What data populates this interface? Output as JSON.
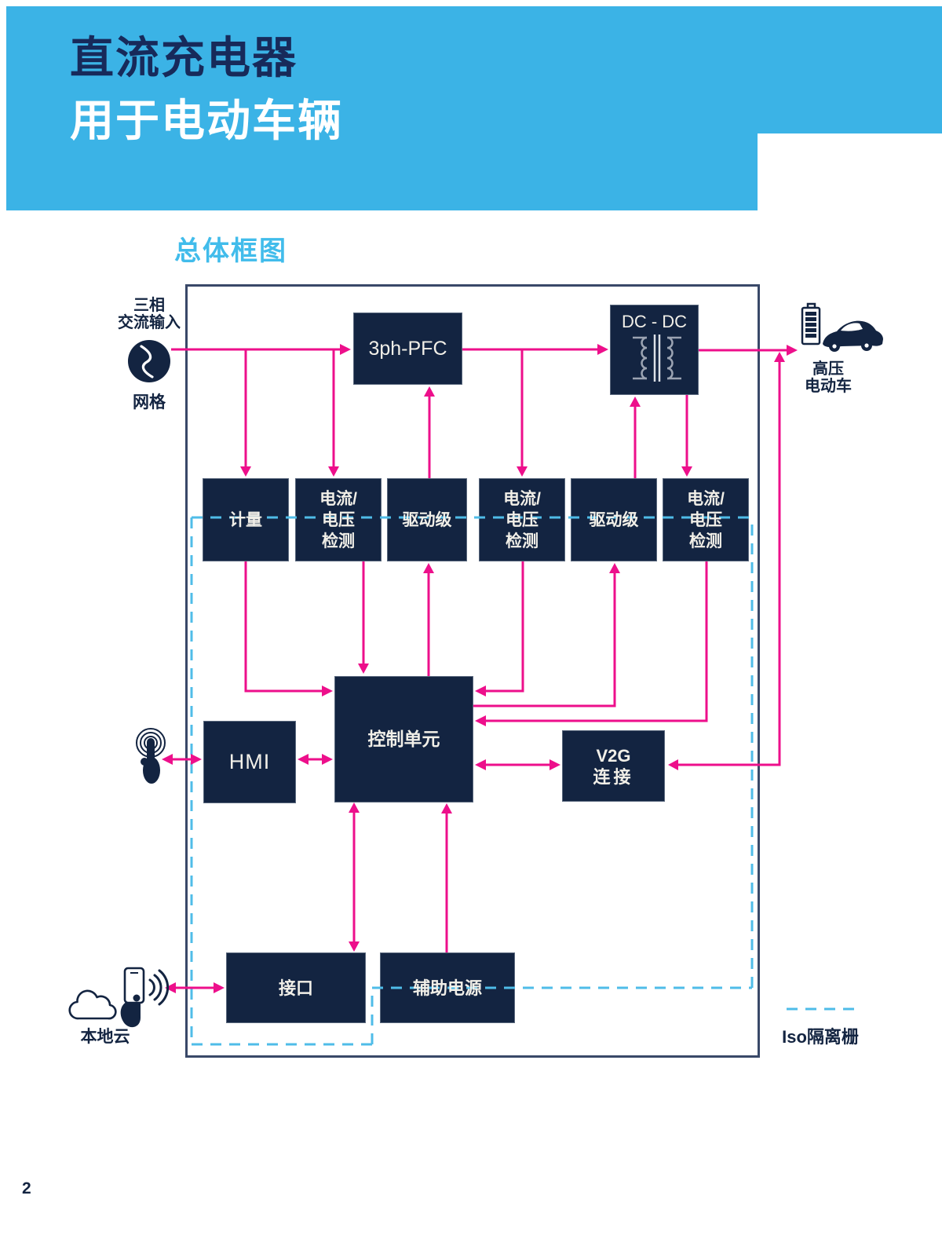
{
  "page": {
    "number": "2"
  },
  "header": {
    "title_line1": "直流充电器",
    "title_line2": "用于电动车辆"
  },
  "section": {
    "heading": "总体框图"
  },
  "diagram": {
    "source": {
      "line1": "三相",
      "line2": "交流输入",
      "grid": "网格"
    },
    "ev": {
      "line1": "高压",
      "line2": "电动车"
    },
    "cloud_label": "本地云",
    "iso_label": "Iso隔离栅",
    "blocks": {
      "pfc": "3ph-PFC",
      "dcdc": "DC - DC",
      "metering": "计量",
      "sense_l1": "电流/",
      "sense_l2": "电压",
      "sense_l3": "检测",
      "driver": "驱动级",
      "control": "控制单元",
      "hmi": "HMI",
      "v2g_l1": "V2G",
      "v2g_l2": "连接",
      "interface": "接口",
      "aux": "辅助电源"
    },
    "icons": [
      "ac-sine-icon",
      "battery-icon",
      "car-icon",
      "touch-hand-icon",
      "cloud-icon",
      "phone-wifi-icon",
      "transformer-icon"
    ]
  },
  "colors": {
    "header_blue": "#3BB3E6",
    "heading_blue": "#41BCEB",
    "block_navy": "#132441",
    "arrow_magenta": "#ED0F8B",
    "iso_dash_cyan": "#4FBCE8",
    "frame_border": "#394868"
  }
}
